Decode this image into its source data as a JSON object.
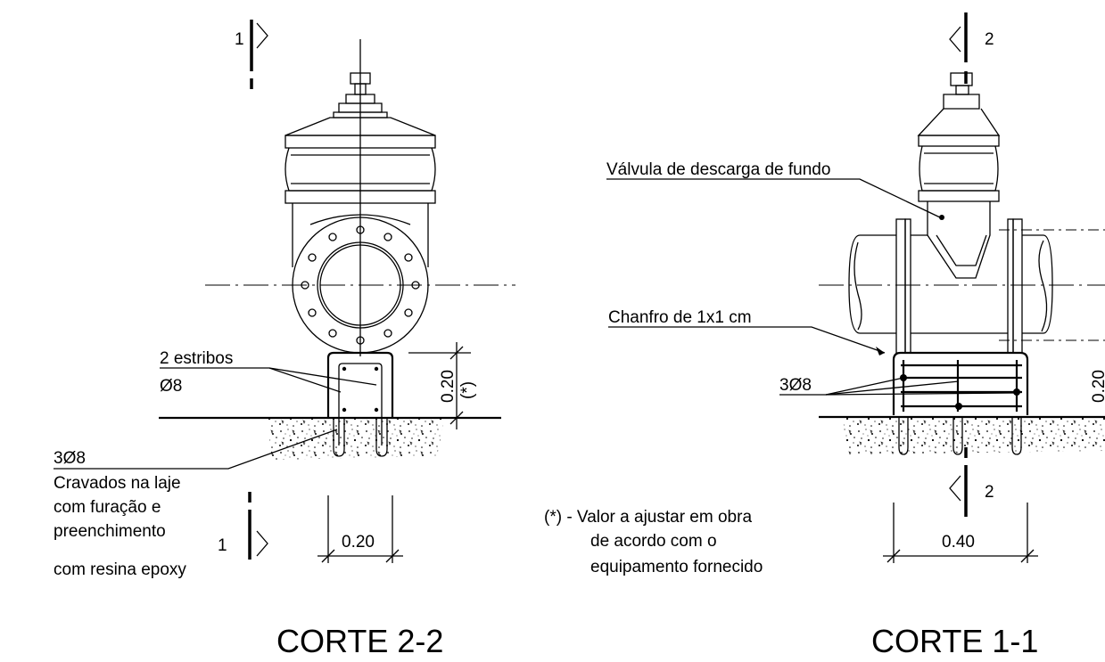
{
  "section_left": {
    "title": "CORTE 2-2",
    "cut_marker_top": "1",
    "cut_marker_bottom": "1",
    "stirrups_label": "2 estribos",
    "stirrups_diameter": "Ø8",
    "bars_label": "3Ø8",
    "bars_note": [
      "Cravados na laje",
      "com furação  e",
      "preenchimento",
      "com resina epoxy"
    ],
    "dim_height": "0.20",
    "dim_height_note": "(*)",
    "dim_width": "0.20"
  },
  "section_right": {
    "title": "CORTE 1-1",
    "cut_marker_top": "2",
    "cut_marker_bottom": "2",
    "valve_label": "Válvula de descarga de fundo",
    "chamfer_label": "Chanfro de 1x1 cm",
    "bars_label": "3Ø8",
    "dim_height": "0.20",
    "dim_width": "0.40"
  },
  "footnote": [
    "(*) - Valor a ajustar em obra",
    "de acordo com o",
    "equipamento fornecido"
  ]
}
